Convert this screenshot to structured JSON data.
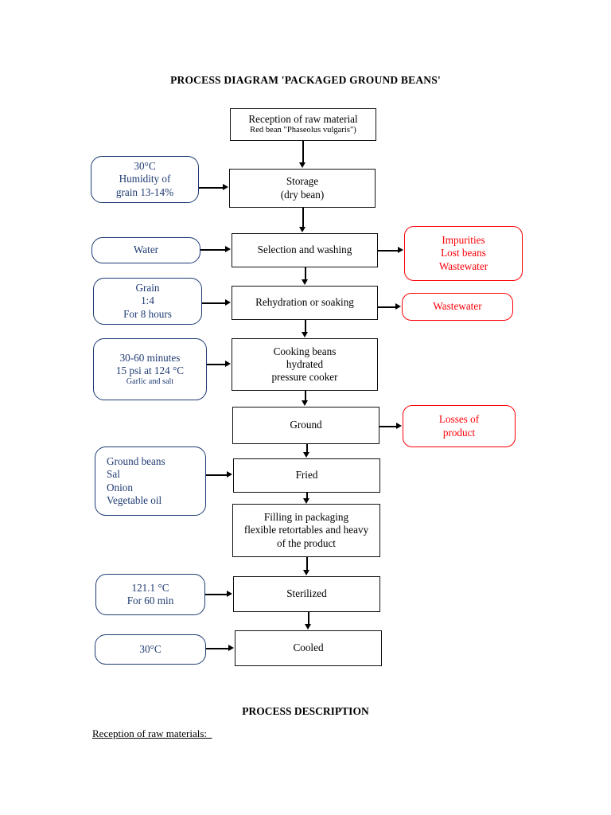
{
  "document": {
    "title": "PROCESS DIAGRAM 'PACKAGED GROUND BEANS'",
    "section_title": "PROCESS DESCRIPTION",
    "footer_heading": "Reception of raw materials:  "
  },
  "colors": {
    "process_border": "#111111",
    "input_border": "#1f3b73",
    "input_text": "#1f3b73",
    "output_border": "#fb0007",
    "output_text": "#fb0007",
    "background": "#ffffff"
  },
  "process_steps": [
    {
      "id": "reception",
      "line1": "Reception of raw material",
      "line2": "Red bean \"Phaseolus vulgaris\")"
    },
    {
      "id": "storage",
      "line1": "Storage",
      "line2": "(dry bean)"
    },
    {
      "id": "selection-washing",
      "line1": "Selection and washing"
    },
    {
      "id": "rehydration",
      "line1": "Rehydration or soaking"
    },
    {
      "id": "cooking",
      "line1": "Cooking beans",
      "line2": "hydrated",
      "line3": "pressure cooker"
    },
    {
      "id": "ground",
      "line1": "Ground"
    },
    {
      "id": "fried",
      "line1": "Fried"
    },
    {
      "id": "filling",
      "line1": "Filling in packaging",
      "line2": "flexible retortables and heavy",
      "line3": "of the product"
    },
    {
      "id": "sterilized",
      "line1": "Sterilized"
    },
    {
      "id": "cooled",
      "line1": "Cooled"
    }
  ],
  "inputs": [
    {
      "id": "storage-conditions",
      "target": "storage",
      "line1": "30°C",
      "line2": "Humidity of",
      "line3": "grain 13-14%"
    },
    {
      "id": "water",
      "target": "selection-washing",
      "line1": "Water"
    },
    {
      "id": "grain-ratio",
      "target": "rehydration",
      "line1": "Grain",
      "line2": "1:4",
      "line3": "For 8 hours"
    },
    {
      "id": "cooking-conditions",
      "target": "cooking",
      "line1": "30-60 minutes",
      "line2": "15 psi at 124 °C",
      "line3": "Garlic and salt"
    },
    {
      "id": "fried-ingredients",
      "target": "fried",
      "line1": "Ground beans",
      "line2": "Sal",
      "line3": "Onion",
      "line4": "Vegetable oil"
    },
    {
      "id": "sterilize-conditions",
      "target": "sterilized",
      "line1": "121.1 °C",
      "line2": "For 60 min"
    },
    {
      "id": "cool-conditions",
      "target": "cooled",
      "line1": "30°C"
    }
  ],
  "outputs": [
    {
      "id": "washing-waste",
      "source": "selection-washing",
      "line1": "Impurities",
      "line2": "Lost beans",
      "line3": "Wastewater"
    },
    {
      "id": "soaking-waste",
      "source": "rehydration",
      "line1": "Wastewater"
    },
    {
      "id": "grinding-losses",
      "source": "ground",
      "line1": "Losses of",
      "line2": "product"
    }
  ]
}
